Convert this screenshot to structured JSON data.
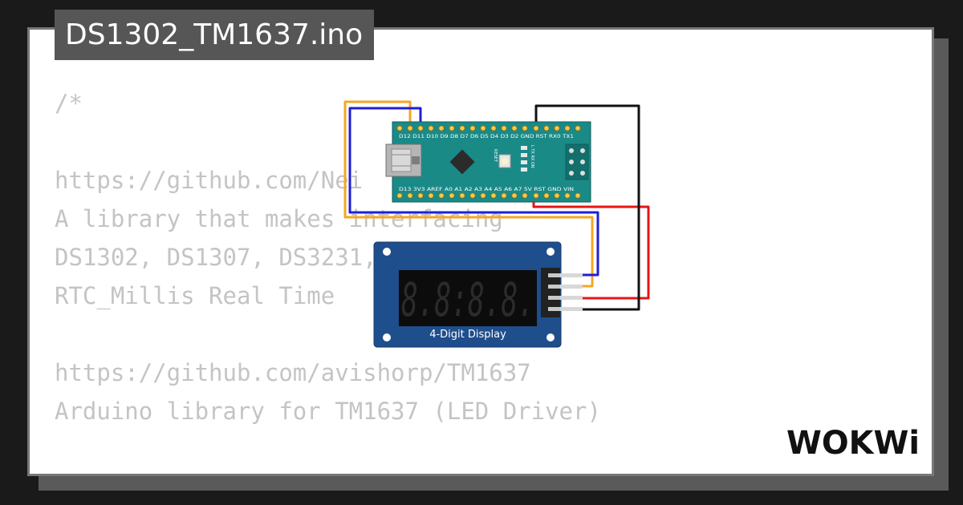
{
  "file_title": "DS1302_TM1637.ino",
  "code_lines": [
    "/*",
    "",
    "https://github.com/Nei",
    "A library that makes interfacing",
    "DS1302, DS1307, DS3231,   PCF8563,",
    "RTC_Millis Real Time    s easy.",
    "",
    "https://github.com/avishorp/TM1637",
    "Arduino library for TM1637 (LED Driver)",
    "",
    "*/"
  ],
  "display_module": {
    "label": "4-Digit Display",
    "digits": "8.8:8.8."
  },
  "arduino_nano": {
    "top_pin_labels": "D12 D11 D10 D9 D8 D7 D6 D5 D4 D3 D2 GND RST RX0 TX1",
    "bottom_pin_labels": "D13 3V3 AREF A0 A1 A2 A3 A4 A5 A6 A7 5V RST GND VIN",
    "reset_label": "RESET",
    "led_labels": "L TX RX ON"
  },
  "logo": "WOKWi",
  "colors": {
    "background": "#1a1a1a",
    "card": "#ffffff",
    "title_tab": "#565656",
    "board_teal": "#1a8a87",
    "display_blue": "#1f4e8c",
    "wire_orange": "#f5a623",
    "wire_blue": "#1f1fd6",
    "wire_red": "#e81414",
    "wire_black": "#111111"
  }
}
